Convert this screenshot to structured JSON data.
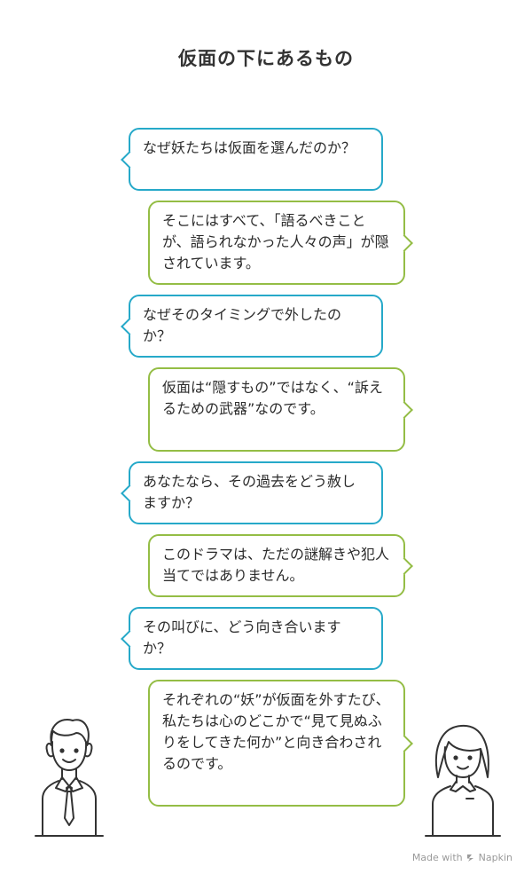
{
  "title": "仮面の下にあるもの",
  "messages": [
    {
      "side": "left",
      "text": "なぜ妖たちは仮面を選んだのか？"
    },
    {
      "side": "right",
      "text": "そこにはすべて、「語るべきことが、語られなかった人々の声」が隠されています。"
    },
    {
      "side": "left",
      "text": "なぜそのタイミングで外したのか？"
    },
    {
      "side": "right",
      "text": "仮面は“隠すもの”ではなく、“訴えるための武器”なのです。"
    },
    {
      "side": "left",
      "text": "あなたなら、その過去をどう赦しますか？"
    },
    {
      "side": "right",
      "text": "このドラマは、ただの謎解きや犯人当てではありません。"
    },
    {
      "side": "left",
      "text": "その叫びに、どう向き合いますか？"
    },
    {
      "side": "right",
      "text": "それぞれの“妖”が仮面を外すたび、私たちは心のどこかで“見て見ぬふりをしてきた何か”と向き合わされるのです。"
    }
  ],
  "footer": {
    "text": "Made with",
    "brand": "Napkin"
  },
  "colors": {
    "left_border": "#26a9c9",
    "right_border": "#94bd45",
    "figure_stroke": "#333333"
  },
  "icons": {
    "left_person": "man-with-tie-icon",
    "right_person": "woman-icon",
    "footer_logo": "napkin-logo-icon"
  }
}
